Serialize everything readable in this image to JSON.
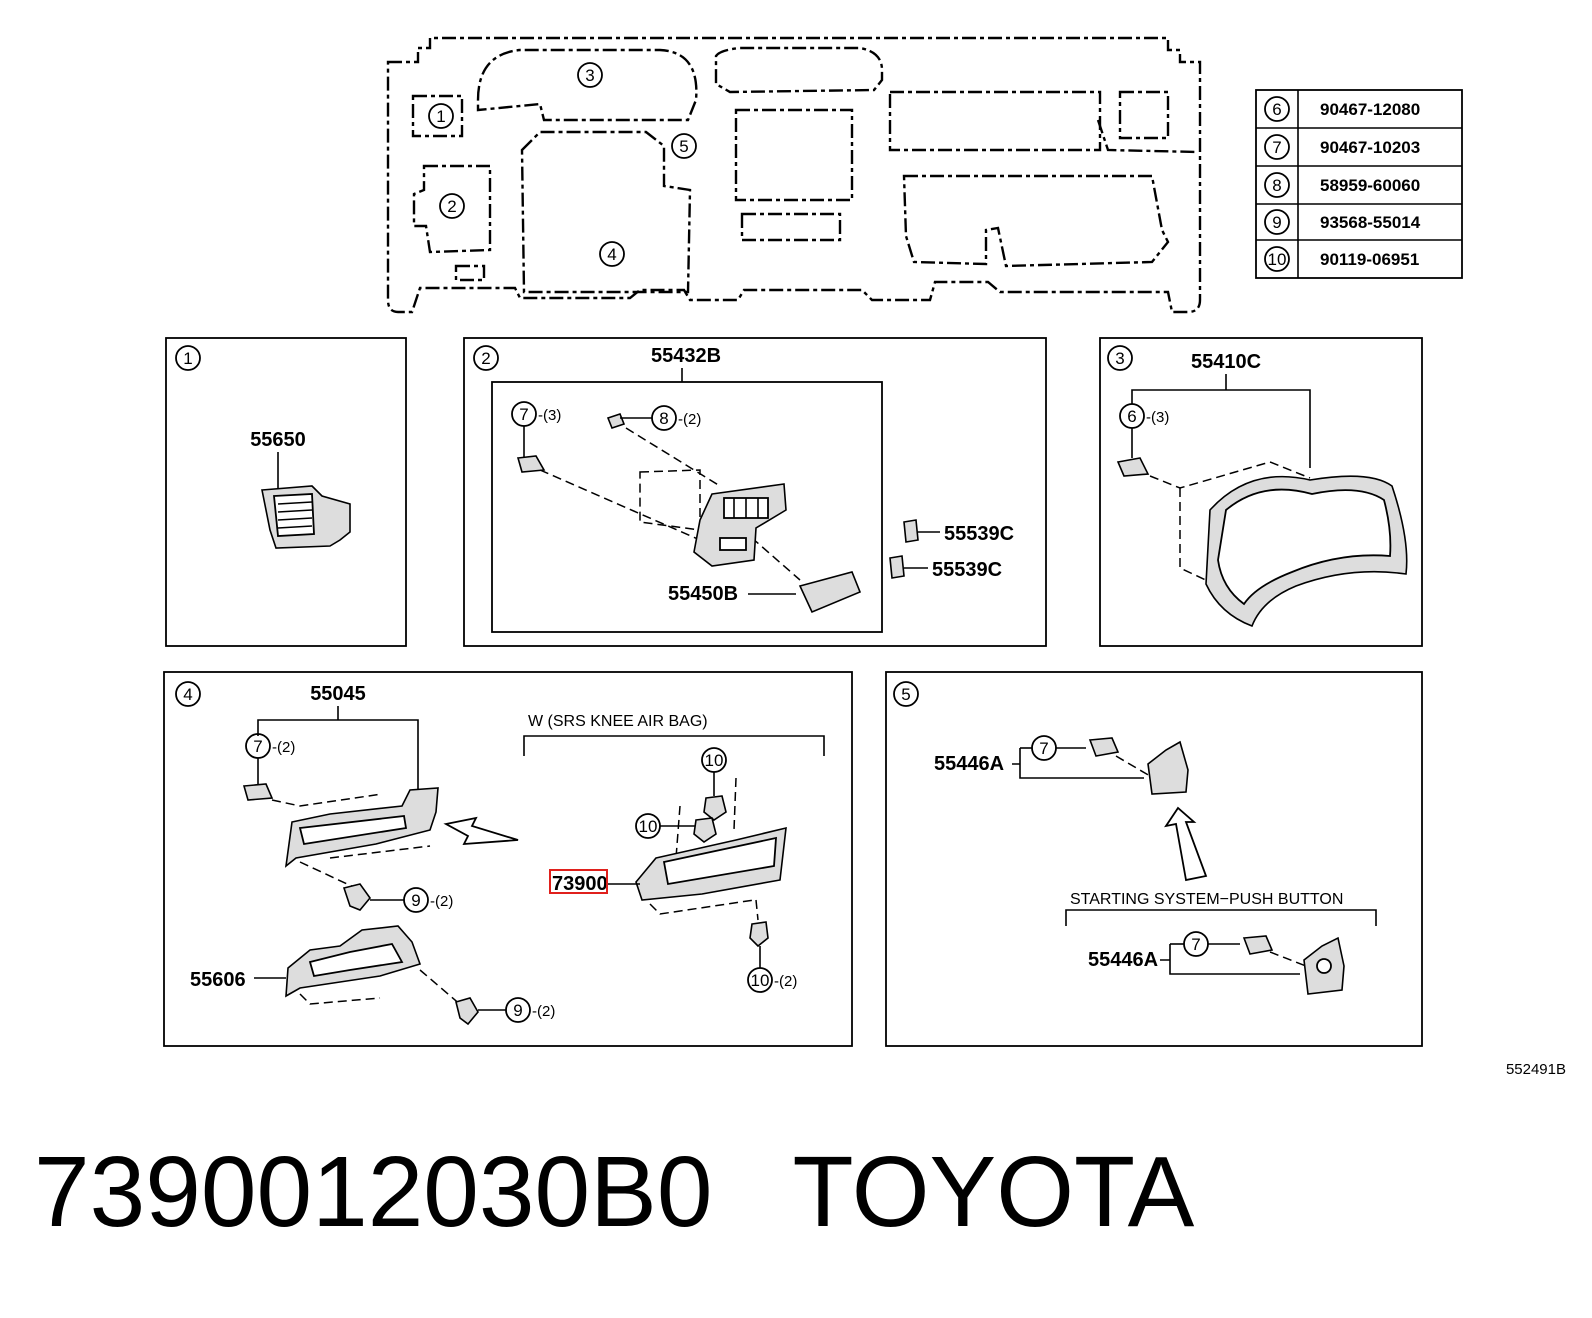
{
  "dash_callouts": [
    "1",
    "3",
    "2",
    "5",
    "4"
  ],
  "parts_table": [
    {
      "num": "6",
      "part": "90467-12080"
    },
    {
      "num": "7",
      "part": "90467-10203"
    },
    {
      "num": "8",
      "part": "58959-60060"
    },
    {
      "num": "9",
      "part": "93568-55014"
    },
    {
      "num": "10",
      "part": "90119-06951"
    }
  ],
  "panel1": {
    "num": "1",
    "part": "55650"
  },
  "panel2": {
    "num": "2",
    "top_part": "55432B",
    "c7": "7",
    "c7_qty": "-(3)",
    "c8": "8",
    "c8_qty": "-(2)",
    "clip1": "55539C",
    "clip2": "55539C",
    "tray": "55450B"
  },
  "panel3": {
    "num": "3",
    "top_part": "55410C",
    "c6": "6",
    "c6_qty": "-(3)"
  },
  "panel4": {
    "num": "4",
    "top_part": "55045",
    "c7": "7",
    "c7_qty": "-(2)",
    "c9a": "9",
    "c9a_qty": "-(2)",
    "lower_part": "55606",
    "c9b": "9",
    "c9b_qty": "-(2)",
    "variant_caption": "W (SRS KNEE AIR BAG)",
    "c10a": "10",
    "c10b": "10",
    "c10c": "10",
    "c10c_qty": "-(2)",
    "highlight_part": "73900"
  },
  "panel5": {
    "num": "5",
    "part_a": "55446A",
    "c7a": "7",
    "variant_caption": "STARTING SYSTEM−PUSH BUTTON",
    "part_b": "55446A",
    "c7b": "7"
  },
  "ref_code": "552491B",
  "bottom_title": {
    "part_number": "7390012030B0",
    "brand": "TOYOTA"
  },
  "colors": {
    "highlight": "#e0201c"
  }
}
